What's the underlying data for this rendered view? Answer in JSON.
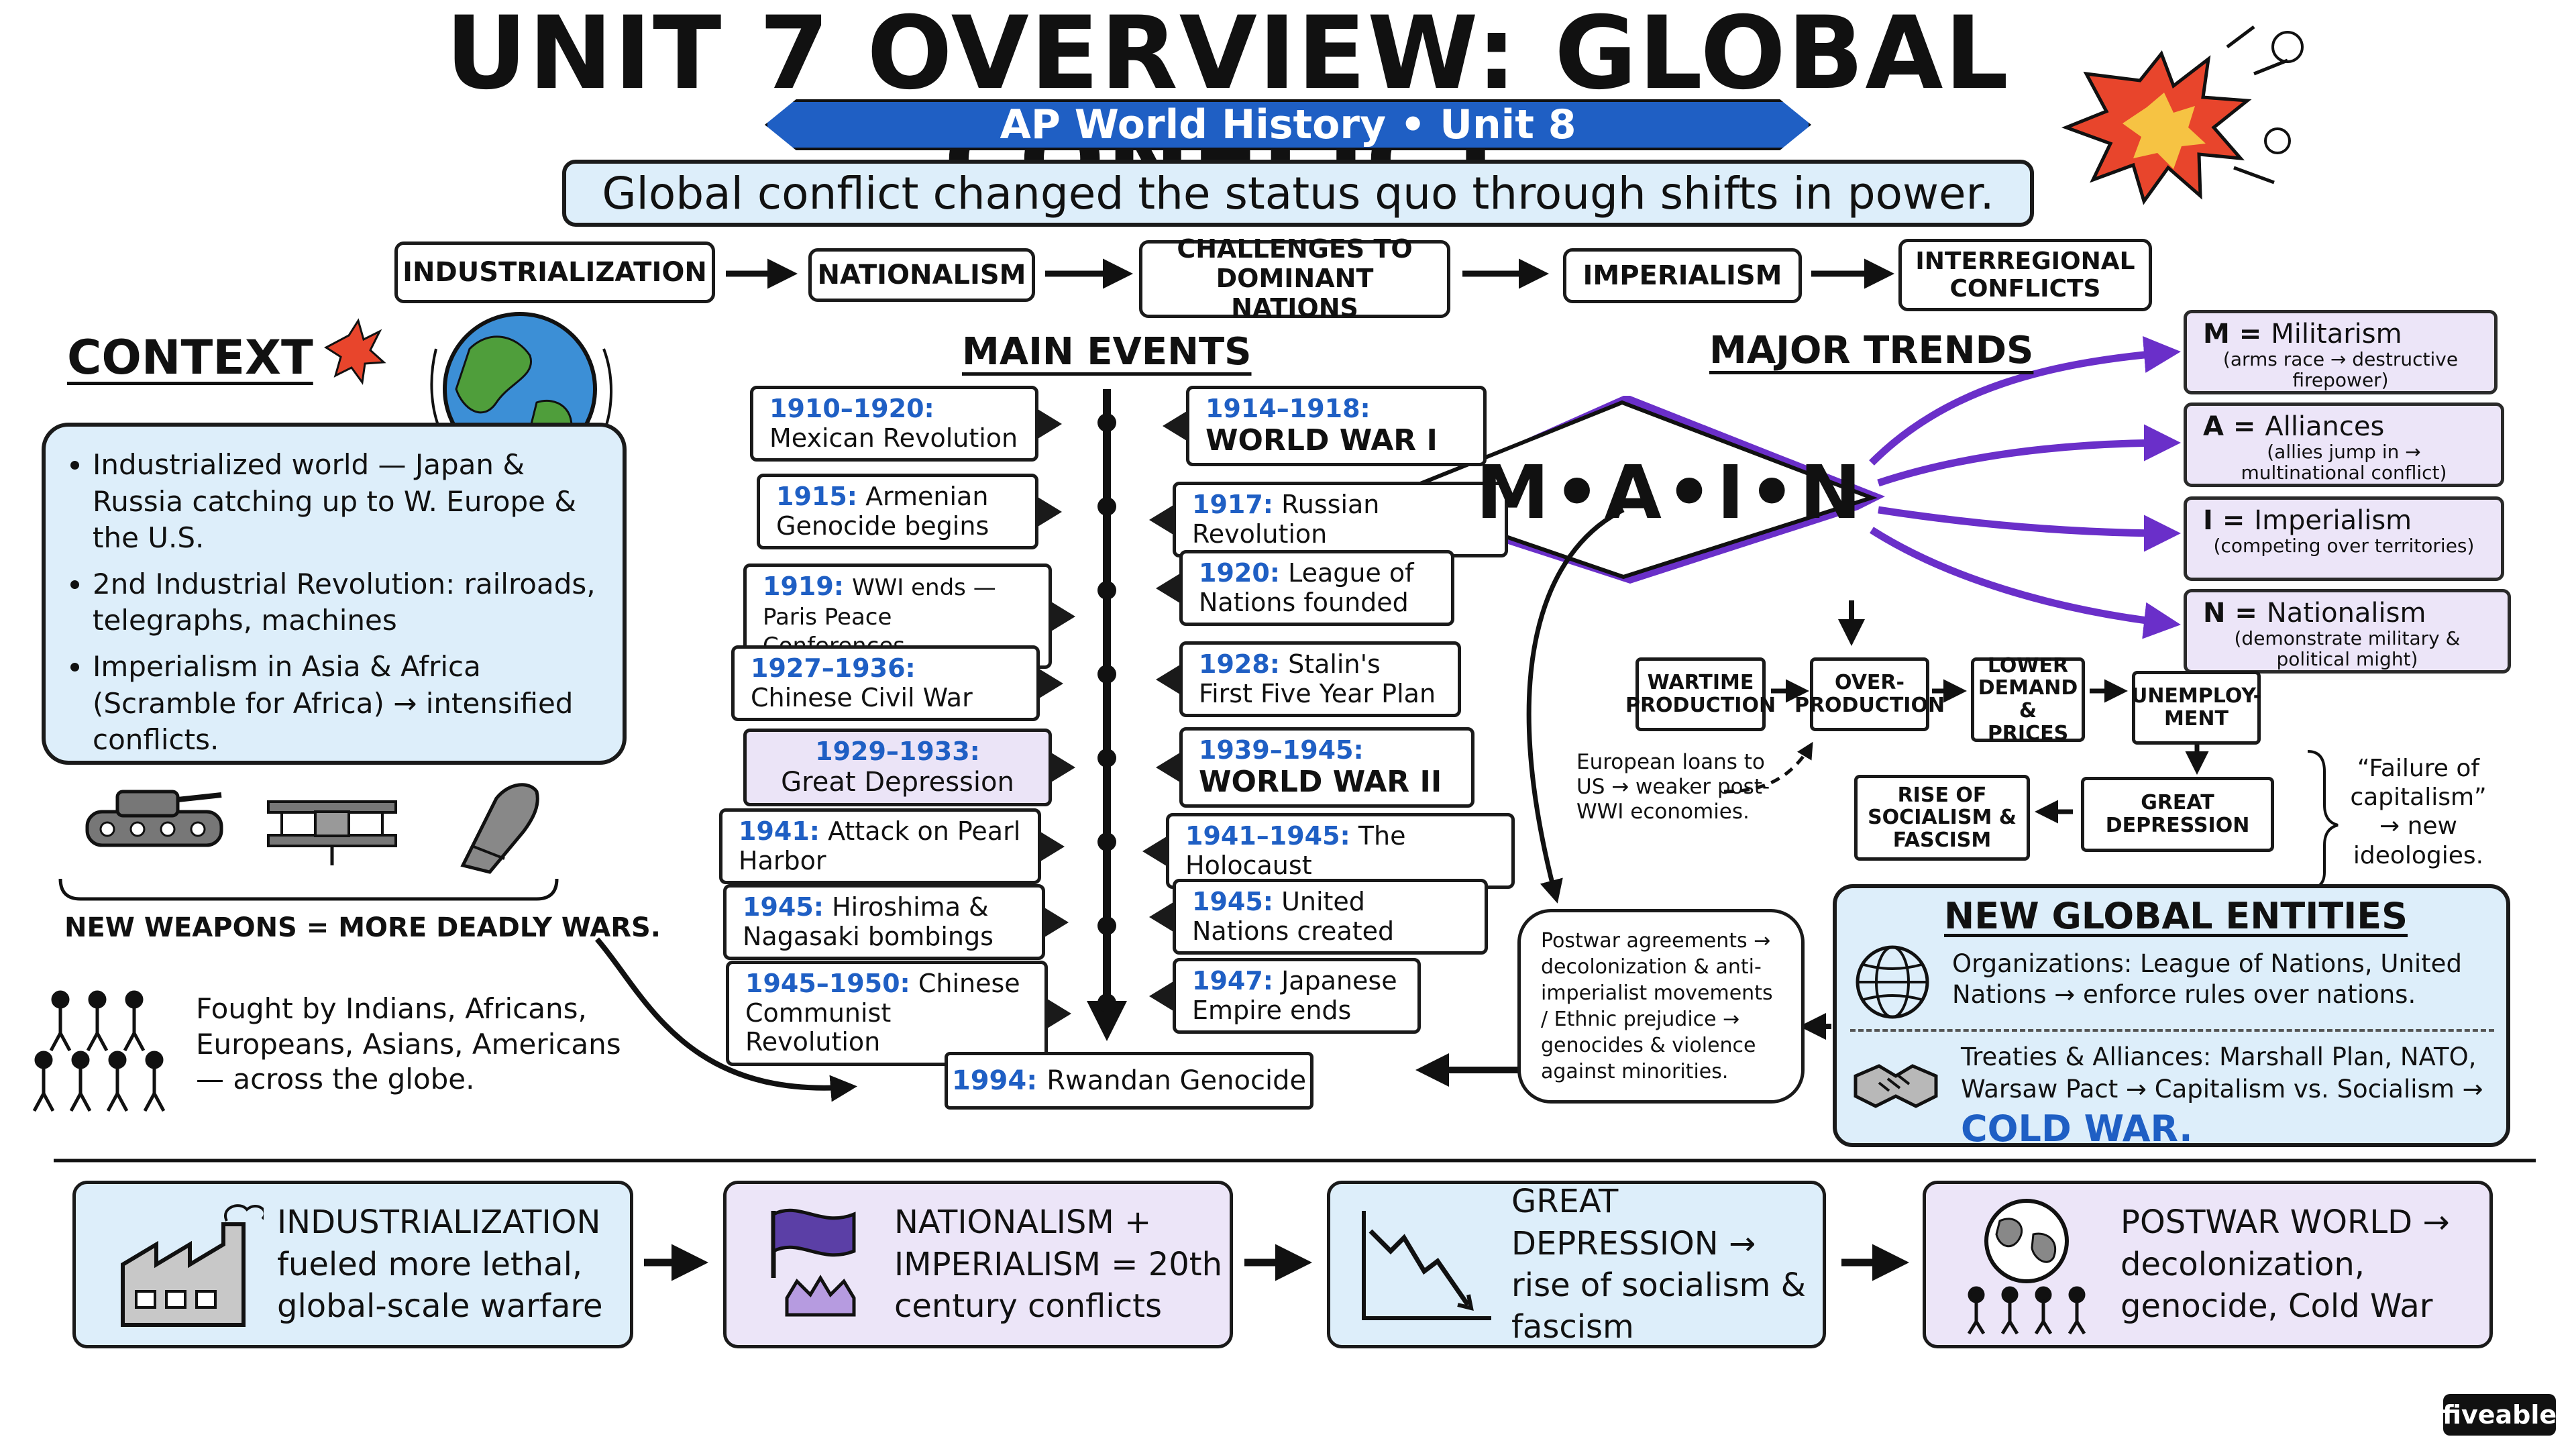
{
  "header": {
    "title": "UNIT 7 OVERVIEW: GLOBAL CONFLICT",
    "subtitle": "AP World History • Unit 8",
    "thesis": "Global conflict changed the status quo through shifts in power."
  },
  "flow": [
    {
      "label": "INDUSTRIALIZATION"
    },
    {
      "label": "NATIONALISM"
    },
    {
      "label": "CHALLENGES TO DOMINANT NATIONS"
    },
    {
      "label": "IMPERIALISM"
    },
    {
      "label": "INTERREGIONAL CONFLICTS"
    }
  ],
  "context": {
    "heading": "CONTEXT",
    "bullets": [
      "Industrialized world — Japan & Russia catching up to W. Europe & the U.S.",
      "2nd Industrial Revolution: railroads, telegraphs, machines",
      "Imperialism in Asia & Africa (Scramble for Africa) → intensified conflicts."
    ],
    "weapons_caption": "NEW WEAPONS = MORE DEADLY WARS.",
    "fought_text": "Fought by Indians, Africans, Europeans, Asians, Americans — across the globe."
  },
  "events": {
    "heading": "MAIN EVENTS",
    "left": [
      {
        "year": "1910–1920:",
        "text": "Mexican Revolution"
      },
      {
        "year": "1915:",
        "text": "Armenian Genocide begins"
      },
      {
        "year": "1919:",
        "text": "WWI ends — Paris Peace Conferences"
      },
      {
        "year": "1927–1936:",
        "text": "Chinese Civil War"
      },
      {
        "year": "1929–1933:",
        "text": "Great Depression"
      },
      {
        "year": "1941:",
        "text": "Attack on Pearl Harbor"
      },
      {
        "year": "1945:",
        "text": "Hiroshima & Nagasaki bombings"
      },
      {
        "year": "1945–1950:",
        "text": "Chinese Communist Revolution"
      }
    ],
    "right": [
      {
        "year": "1914–1918:",
        "text": "WORLD WAR I"
      },
      {
        "year": "1917:",
        "text": "Russian Revolution"
      },
      {
        "year": "1920:",
        "text": "League of Nations founded"
      },
      {
        "year": "1928:",
        "text": "Stalin's First Five Year Plan"
      },
      {
        "year": "1939–1945:",
        "text": "WORLD WAR II"
      },
      {
        "year": "1941–1945:",
        "text": "The Holocaust"
      },
      {
        "year": "1945:",
        "text": "United Nations created"
      },
      {
        "year": "1947:",
        "text": "Japanese Empire ends"
      }
    ],
    "final": {
      "year": "1994:",
      "text": "Rwandan Genocide"
    }
  },
  "trends": {
    "heading": "MAJOR TRENDS",
    "main_label": "M•A•I•N",
    "main_items": [
      {
        "letter": "M",
        "word": "Militarism",
        "note": "(arms race → destructive firepower)"
      },
      {
        "letter": "A",
        "word": "Alliances",
        "note": "(allies jump in → multinational conflict)"
      },
      {
        "letter": "I",
        "word": "Imperialism",
        "note": "(competing over territories)"
      },
      {
        "letter": "N",
        "word": "Nationalism",
        "note": "(demonstrate military & political might)"
      }
    ],
    "chain": [
      "WARTIME\nPRODUCTION",
      "OVER-\nPRODUCTION",
      "LOWER\nDEMAND &\nPRICES",
      "UNEMPLOY-\nMENT",
      "GREAT\nDEPRESSION",
      "RISE OF\nSOCIALISM &\nFASCISM"
    ],
    "loans_note": "European loans to US → weaker post-WWI economies.",
    "failure_note": "“Failure of capitalism” → new ideologies.",
    "postwar_note": "Postwar agreements → decolonization & anti-imperialist movements / Ethnic prejudice → genocides & violence against minorities."
  },
  "entities": {
    "heading": "NEW GLOBAL ENTITIES",
    "organizations": "Organizations: League of Nations, United Nations → enforce rules over nations.",
    "treaties": "Treaties & Alliances: Marshall Plan, NATO, Warsaw Pact → Capitalism vs. Socialism →",
    "cold_war": "COLD WAR."
  },
  "summary": [
    {
      "text": "INDUSTRIALIZATION fueled more lethal, global-scale warfare"
    },
    {
      "text": "NATIONALISM + IMPERIALISM = 20th century conflicts"
    },
    {
      "text": "GREAT DEPRESSION → rise of socialism & fascism"
    },
    {
      "text": "POSTWAR WORLD → decolonization, genocide, Cold War"
    }
  ],
  "brand": "fiveable",
  "colors": {
    "banner": "#1f5fc4",
    "light_blue": "#ddeefa",
    "lavender": "#ece5f8",
    "purple": "#6a2fc9",
    "year_blue": "#1f5fc4",
    "burst": "#e8452c"
  }
}
